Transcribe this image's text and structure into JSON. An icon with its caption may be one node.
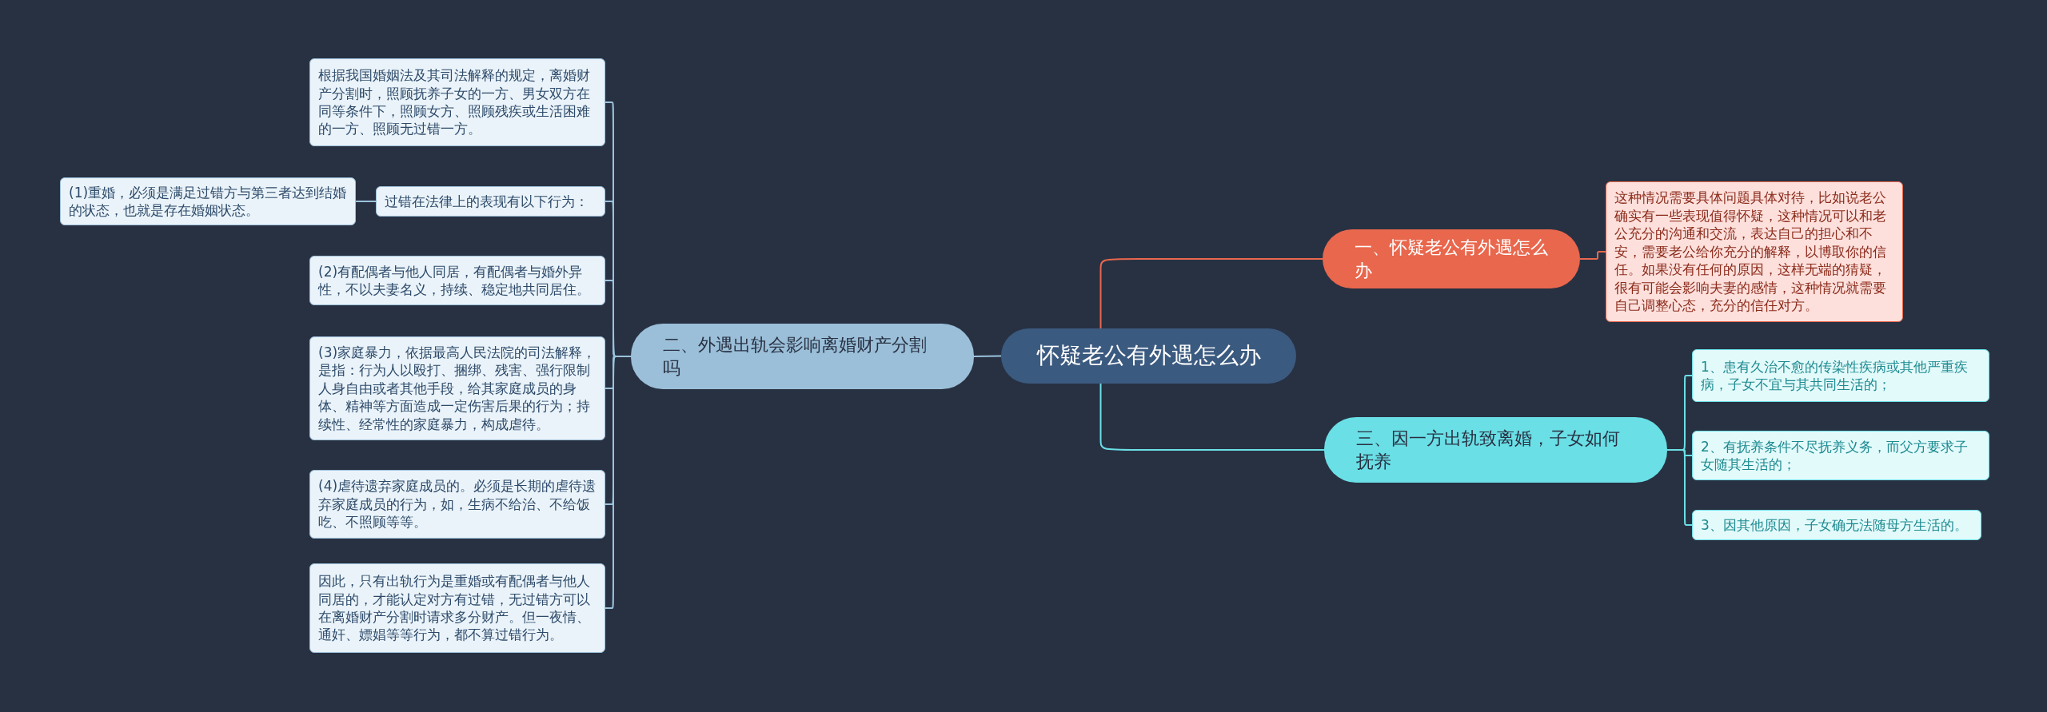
{
  "diagram": {
    "nodes": [
      {
        "text": [
          "怀疑老公有外遇怎么办"
        ]
      },
      {
        "text": [
          "一、怀疑老公有外遇怎么办"
        ]
      },
      {
        "text": [
          "这种情况需要具体问题具体对待，比如说老公确实有一些表现值得怀疑，这种情况可以和老公充分的沟通和交流，表达自己的担心和不安，需要老公给你充分的解释，以博取你的信任。如果没有任何的原因，这样无端的猜疑，很有可能会影响夫妻的感情，这种情况就需要自己调整心态，充分的信任对方。"
        ]
      },
      {
        "text": [
          "二、外遇出轨会影响离婚财产分割吗"
        ]
      },
      {
        "text": [
          "根据我国婚姻法及其司法解释的规定，离婚财产分割时，照顾抚养子女的一方、男女双方在同等条件下，照顾女方、照顾残疾或生活困难的一方、照顾无过错一方。"
        ]
      },
      {
        "text": [
          "过错在法律上的表现有以下行为："
        ]
      },
      {
        "text": [
          "(1)重婚，必须是满足过错方与第三者达到结婚的状态，也就是存在婚姻状态。"
        ]
      },
      {
        "text": [
          "(2)有配偶者与他人同居，有配偶者与婚外异性，不以夫妻名义，持续、稳定地共同居住。"
        ]
      },
      {
        "text": [
          "(3)家庭暴力，依据最高人民法院的司法解释，是指：行为人以殴打、捆绑、残害、强行限制人身自由或者其他手段，给其家庭成员的身体、精神等方面造成一定伤害后果的行为；持续性、经常性的家庭暴力，构成虐待。"
        ]
      },
      {
        "text": [
          "(4)虐待遗弃家庭成员的。必须是长期的虐待遗弃家庭成员的行为，如，生病不给治、不给饭吃、不照顾等等。"
        ]
      },
      {
        "text": [
          "因此，只有出轨行为是重婚或有配偶者与他人同居的，才能认定对方有过错，无过错方可以在离婚财产分割时请求多分财产。但一夜情、通奸、嫖娼等等行为，都不算过错行为。"
        ]
      },
      {
        "text": [
          "三、因一方出轨致离婚，子女如何抚养"
        ]
      },
      {
        "text": [
          "1、患有久治不愈的传染性疾病或其他严重疾病，子女不宜与其共同生活的；"
        ]
      },
      {
        "text": [
          "2、有抚养条件不尽抚养义务，而父方要求子女随其生活的；"
        ]
      },
      {
        "text": [
          "3、因其他原因，子女确无法随母方生活的。"
        ]
      }
    ],
    "edges": [
      {
        "from": 0,
        "to": 1,
        "arrow": "none",
        "color": "#e9674d"
      },
      {
        "from": 1,
        "to": 2,
        "arrow": "none",
        "color": "#e9674d"
      },
      {
        "from": 0,
        "to": 3,
        "arrow": "none"
      },
      {
        "from": 3,
        "to": 4,
        "arrow": "none"
      },
      {
        "from": 3,
        "to": 5,
        "arrow": "none"
      },
      {
        "from": 5,
        "to": 6,
        "arrow": "none"
      },
      {
        "from": 3,
        "to": 7,
        "arrow": "none"
      },
      {
        "from": 3,
        "to": 8,
        "arrow": "none"
      },
      {
        "from": 3,
        "to": 9,
        "arrow": "none"
      },
      {
        "from": 3,
        "to": 10,
        "arrow": "none"
      },
      {
        "from": 0,
        "to": 11,
        "arrow": "none",
        "color": "#6adfe6"
      },
      {
        "from": 11,
        "to": 12,
        "arrow": "none",
        "color": "#6adfe6"
      },
      {
        "from": 11,
        "to": 13,
        "arrow": "none",
        "color": "#6adfe6"
      },
      {
        "from": 11,
        "to": 14,
        "arrow": "none",
        "color": "#6adfe6"
      }
    ]
  }
}
